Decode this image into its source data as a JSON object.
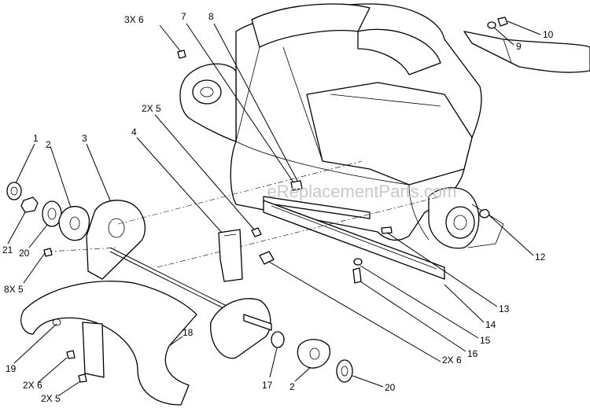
{
  "watermark": "eReplacementParts.com",
  "callouts": [
    {
      "id": "c-3x6",
      "text": "3X 6"
    },
    {
      "id": "c-7",
      "text": "7"
    },
    {
      "id": "c-8",
      "text": "8"
    },
    {
      "id": "c-10",
      "text": "10"
    },
    {
      "id": "c-9",
      "text": "9"
    },
    {
      "id": "c-2x5-top",
      "text": "2X 5"
    },
    {
      "id": "c-1",
      "text": "1"
    },
    {
      "id": "c-2-left",
      "text": "2"
    },
    {
      "id": "c-3",
      "text": "3"
    },
    {
      "id": "c-4",
      "text": "4"
    },
    {
      "id": "c-21",
      "text": "21"
    },
    {
      "id": "c-20-left",
      "text": "20"
    },
    {
      "id": "c-8x5",
      "text": "8X 5"
    },
    {
      "id": "c-12",
      "text": "12"
    },
    {
      "id": "c-13",
      "text": "13"
    },
    {
      "id": "c-14",
      "text": "14"
    },
    {
      "id": "c-15",
      "text": "15"
    },
    {
      "id": "c-16",
      "text": "16"
    },
    {
      "id": "c-18",
      "text": "18"
    },
    {
      "id": "c-19",
      "text": "19"
    },
    {
      "id": "c-2x6-left",
      "text": "2X 6"
    },
    {
      "id": "c-2x5-bottom",
      "text": "2X 5"
    },
    {
      "id": "c-17",
      "text": "17"
    },
    {
      "id": "c-2-bottom",
      "text": "2"
    },
    {
      "id": "c-20-bottom",
      "text": "20"
    },
    {
      "id": "c-2x6-right",
      "text": "2X 6"
    }
  ]
}
